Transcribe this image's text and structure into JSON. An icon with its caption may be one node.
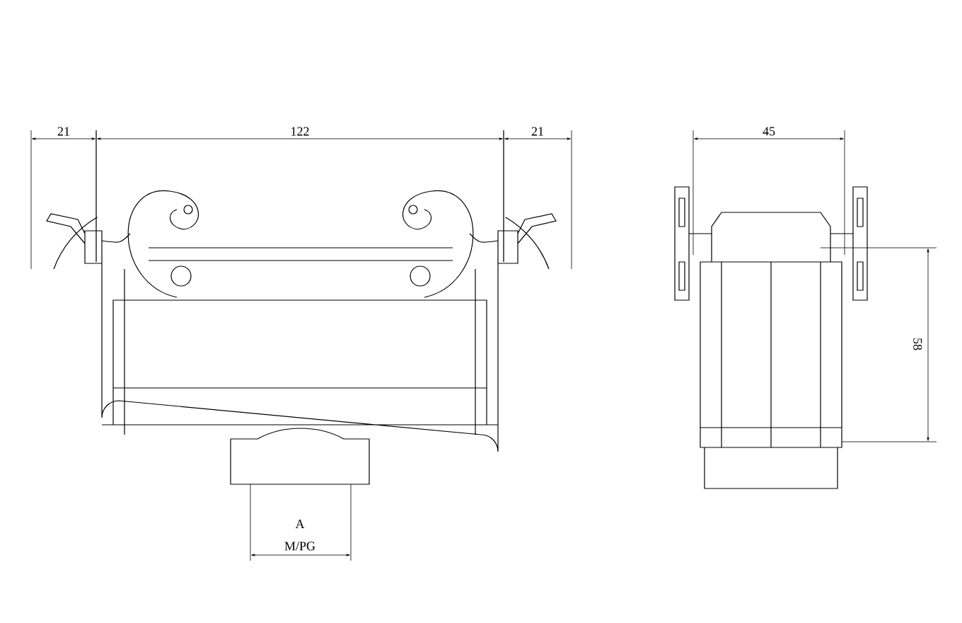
{
  "diagram": {
    "labels": [
      "21",
      "122",
      "21",
      "45",
      "58",
      "A",
      "M/PG"
    ]
  }
}
